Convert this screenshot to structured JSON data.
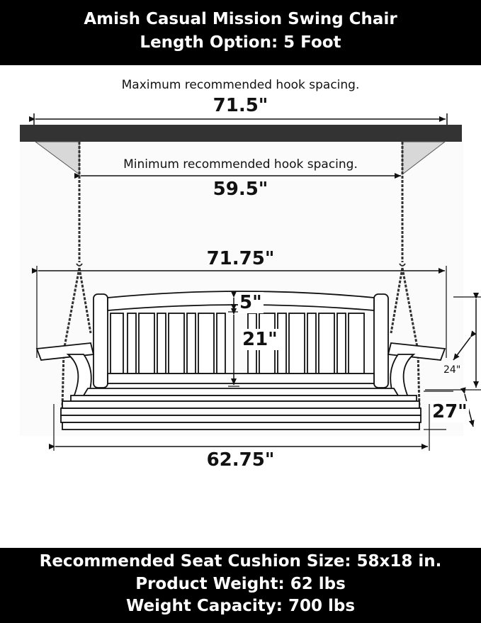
{
  "header": {
    "title": "Amish Casual Mission Swing Chair",
    "subtitle": "Length Option: 5 Foot"
  },
  "diagram": {
    "max_hook_label": "Maximum recommended hook spacing.",
    "max_hook_value": "71.5\"",
    "min_hook_label": "Minimum recommended hook spacing.",
    "min_hook_value": "59.5\"",
    "overall_width": "71.75\"",
    "back_top": "5\"",
    "back_height": "21\"",
    "arm_depth": "24\"",
    "seat_depth": "27\"",
    "seat_width": "62.75\""
  },
  "footer": {
    "cushion": "Recommended Seat Cushion Size: 58x18 in.",
    "weight": "Product Weight: 62 lbs",
    "capacity": "Weight Capacity: 700 lbs"
  }
}
